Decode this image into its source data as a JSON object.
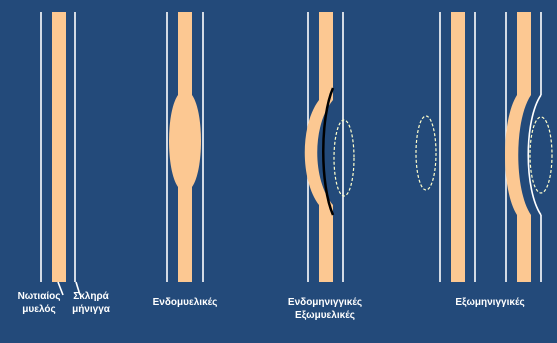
{
  "colors": {
    "background": "#234a7a",
    "cord": "#fcc892",
    "dura": "#ffffff",
    "lesion_outline": "#ffffcc",
    "dark_rim": "#000000"
  },
  "labels": {
    "cord": [
      "Νωτιαίος",
      "μυελός"
    ],
    "dura": [
      "Σκληρά",
      "μήνιγγα"
    ],
    "intramedullary": "Ενδομυελικές",
    "intradural_extramedullary": [
      "Ενδομηνιγγικές",
      "Εξωμυελικές"
    ],
    "extradural": "Εξωμηνιγγικές"
  }
}
